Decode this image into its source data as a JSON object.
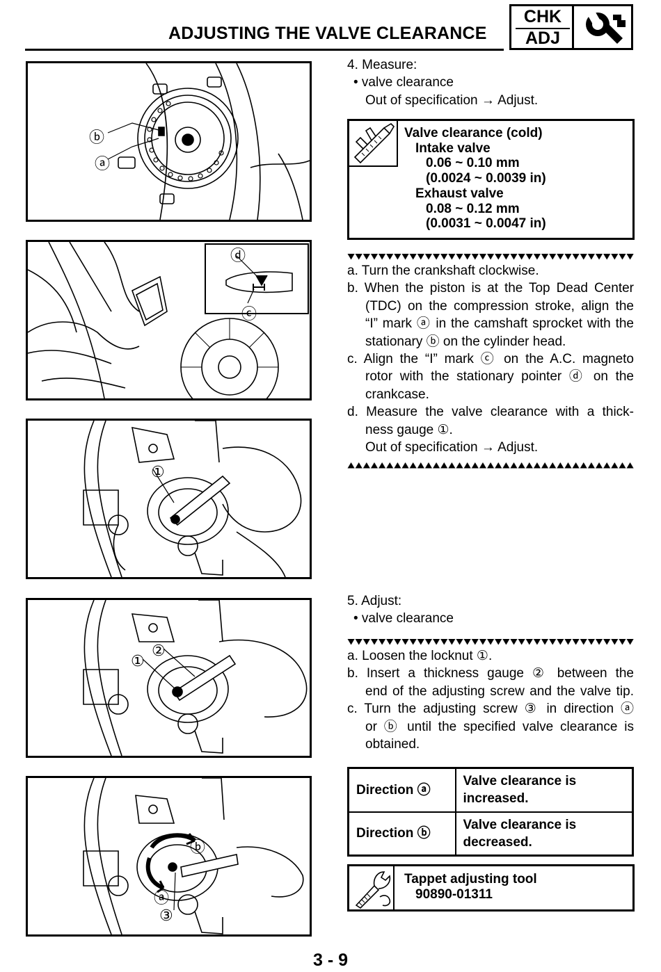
{
  "header": {
    "title": "ADJUSTING THE VALVE CLEARANCE",
    "badge_top": "CHK",
    "badge_bottom": "ADJ"
  },
  "figures": {
    "fig1": {
      "labels": [
        "ⓑ",
        "ⓐ"
      ]
    },
    "fig2": {
      "labels": [
        "ⓓ",
        "ⓒ"
      ]
    },
    "fig3": {
      "labels": [
        "①"
      ]
    },
    "fig4": {
      "labels": [
        "①",
        "②"
      ]
    },
    "fig5": {
      "labels": [
        "ⓑ",
        "ⓐ",
        "③"
      ]
    }
  },
  "step4": {
    "heading": "4. Measure:",
    "bullet": "• valve clearance",
    "note": "Out of specification → Adjust."
  },
  "spec": {
    "title": "Valve clearance (cold)",
    "intake_label": "Intake valve",
    "intake_mm": "0.06 ~ 0.10 mm",
    "intake_in": "(0.0024 ~ 0.0039 in)",
    "exhaust_label": "Exhaust valve",
    "exhaust_mm": "0.08 ~ 0.12 mm",
    "exhaust_in": "(0.0031 ~ 0.0047 in)"
  },
  "procedure1": {
    "a": "a. Turn the crankshaft clockwise.",
    "b1": "b. When the piston is at the Top Dead Center",
    "b2": "(TDC) on the compression stroke, align the",
    "b3": "“I” mark ⓐ in the camshaft sprocket with the",
    "b4": "stationary ⓑ on the cylinder head.",
    "c1": "c. Align the “I” mark ⓒ on the A.C. magneto",
    "c2": "rotor with the stationary pointer ⓓ on the",
    "c3": "crankcase.",
    "d1": "d. Measure the valve clearance with a thick-",
    "d2": "ness gauge ①.",
    "d3": "Out of specification → Adjust."
  },
  "step5": {
    "heading": "5. Adjust:",
    "bullet": "• valve clearance"
  },
  "procedure2": {
    "a": "a. Loosen the locknut ①.",
    "b1": "b. Insert a thickness gauge ② between the",
    "b2": "end of the adjusting screw and the valve tip.",
    "c1": "c. Turn the adjusting screw ③ in direction ⓐ",
    "c2": "or ⓑ until the specified valve clearance is",
    "c3": "obtained."
  },
  "direction_table": {
    "rows": [
      {
        "direction": "Direction ⓐ",
        "result_1": "Valve clearance is",
        "result_2": "increased."
      },
      {
        "direction": "Direction ⓑ",
        "result_1": "Valve clearance is",
        "result_2": "decreased."
      }
    ]
  },
  "tool": {
    "name": "Tappet adjusting tool",
    "number": "90890-01311"
  },
  "page_number": "3 - 9",
  "icons": {
    "badge": "wrench-icon",
    "spec": "caliper-icon",
    "tool": "special-tool-icon"
  }
}
